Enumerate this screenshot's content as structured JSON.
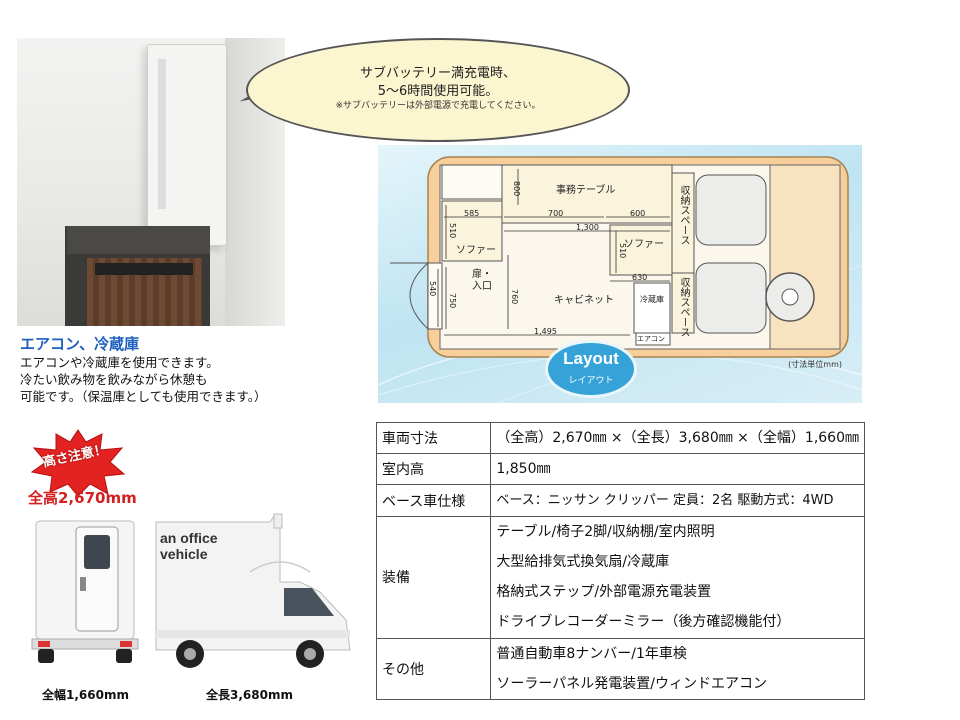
{
  "bubble": {
    "line1": "サブバッテリー満充電時、",
    "line2": "5～6時間使用可能。",
    "note": "※サブバッテリーは外部電源で充電してください。"
  },
  "photo_caption": {
    "title": "エアコン、冷蔵庫",
    "lines": [
      "エアコンや冷蔵庫を使用できます。",
      "冷たい飲み物を飲みながら休憩も",
      "可能です。（保温庫としても使用できます。）"
    ]
  },
  "layout": {
    "badge_en": "Layout",
    "badge_jp": "レイアウト",
    "unit_note": "(寸法単位mm)",
    "labels": {
      "office_table": "事務テーブル",
      "storage_top": "収納スペース",
      "storage_bottom": "収納スペース",
      "sofa_left": "ソファー",
      "sofa_right": "ソファー",
      "door": "扉・入口",
      "cabinet": "キャビネット",
      "fridge": "冷蔵庫",
      "aircon": "エアコン"
    },
    "dims": {
      "d800": "800",
      "d585": "585",
      "d700": "700",
      "d600": "600",
      "d1300": "1,300",
      "d510a": "510",
      "d510b": "510",
      "d630": "630",
      "d540": "540",
      "d750": "750",
      "d760": "760",
      "d1495": "1,495"
    }
  },
  "vehicle": {
    "warning": "高さ注意！",
    "total_height": "全高2,670mm",
    "width_label": "全幅1,660mm",
    "length_label": "全長3,680mm",
    "side_logo_1": "an office",
    "side_logo_2": "vehicle"
  },
  "spec": {
    "rows": [
      {
        "key": "車両寸法",
        "values": [
          "（全高）2,670㎜ ×（全長）3,680㎜ ×（全幅）1,660㎜"
        ]
      },
      {
        "key": "室内高",
        "values": [
          "1,850㎜"
        ]
      },
      {
        "key": "ベース車仕様",
        "values": [
          "ベース：ニッサン クリッパー 定員：2名 駆動方式：4WD"
        ]
      },
      {
        "key": "装備",
        "values": [
          "テーブル/椅子2脚/収納棚/室内照明",
          "大型給排気式換気扇/冷蔵庫",
          "格納式ステップ/外部電源充電装置",
          "ドライブレコーダーミラー（後方確認機能付）"
        ]
      },
      {
        "key": "その他",
        "values": [
          "普通自動車8ナンバー/1年車検",
          "ソーラーパネル発電装置/ウィンドエアコン"
        ]
      }
    ]
  }
}
